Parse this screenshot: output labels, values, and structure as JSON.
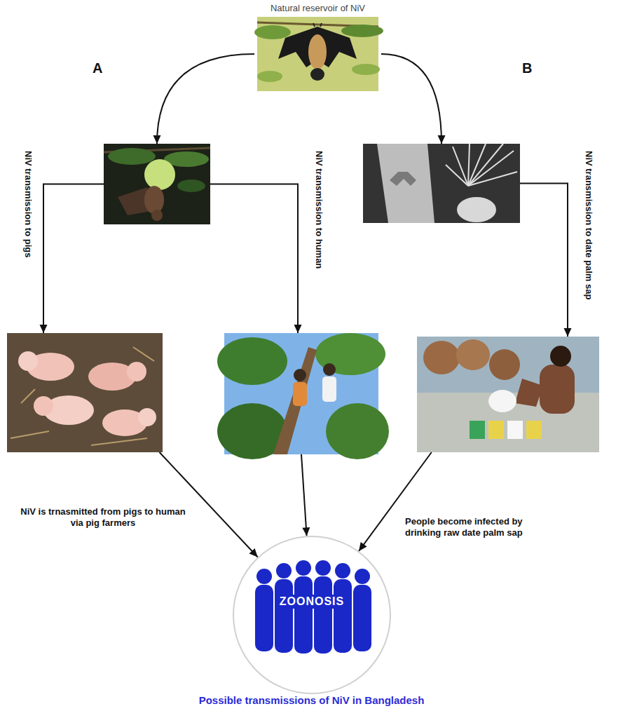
{
  "diagram": {
    "caption": "Possible transmissions of NiV in Bangladesh",
    "nodes": [
      {
        "text": [
          "Natural reservoir of NiV"
        ]
      },
      {
        "text": []
      },
      {
        "text": []
      },
      {
        "text": []
      },
      {
        "text": []
      },
      {
        "text": []
      },
      {
        "text": [
          "ZOONOSIS"
        ]
      }
    ],
    "edges": [
      {
        "from": 0,
        "to": 1,
        "arrow": "to",
        "label": "A"
      },
      {
        "from": 0,
        "to": 2,
        "arrow": "to",
        "label": "B"
      },
      {
        "from": 1,
        "to": 3,
        "arrow": "to",
        "label": "NiV transmission to pigs"
      },
      {
        "from": 1,
        "to": 4,
        "arrow": "to",
        "label": "NiV transmission to human"
      },
      {
        "from": 2,
        "to": 5,
        "arrow": "to",
        "label": "NiV transmission to date palm sap"
      },
      {
        "from": 3,
        "to": 6,
        "arrow": "to",
        "label": "NiV is trnasmitted from pigs to human via pig farmers"
      },
      {
        "from": 4,
        "to": 6,
        "arrow": "to"
      },
      {
        "from": 5,
        "to": 6,
        "arrow": "to",
        "label": "People become infected by drinking raw date palm sap"
      }
    ]
  }
}
